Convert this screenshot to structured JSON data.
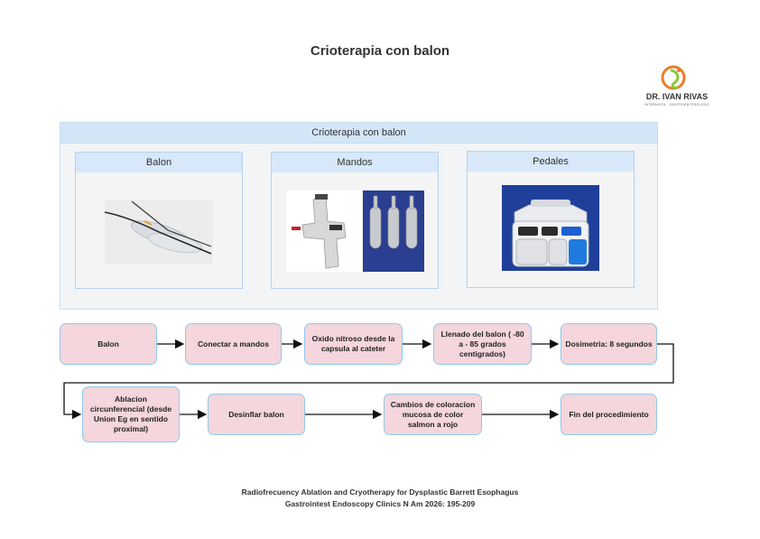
{
  "title": "Crioterapia con balon",
  "logo": {
    "name": "DR. IVAN RIVAS",
    "subtitle": "INTERNISTA · GASTROENTERÓLOGO",
    "colors": [
      "#e87d2e",
      "#8cc63f"
    ]
  },
  "panel": {
    "title": "Crioterapia con balon",
    "cards": [
      {
        "label": "Balon",
        "image": "balloon-catheter-image"
      },
      {
        "label": "Mandos",
        "image": "handle-and-cartridges-image"
      },
      {
        "label": "Pedales",
        "image": "foot-pedal-image"
      }
    ]
  },
  "flow": {
    "steps": [
      "Balon",
      "Conectar a mandos",
      "Oxido nitroso desde la capsula al cateter",
      "Llenado del balon ( -80 a - 85 grados centigrados)",
      "Dosimetria: 8 segundos",
      "Ablacion circunferencial (desde Union Eg en sentido proximal)",
      "Desinflar balon",
      "Cambios de coloracion mucosa de color salmon a rojo",
      "Fin del procedimiento"
    ]
  },
  "citation": {
    "line1": "Radiofrecuency Ablation and Cryotherapy for Dysplastic Barrett Esophagus",
    "line2": "Gastrointest Endoscopy Clinics N Am 2026: 195-209"
  },
  "colors": {
    "step_fill": "#f4d6dc",
    "step_border": "#8fc8ec",
    "panel_header": "#d3e6f8"
  }
}
